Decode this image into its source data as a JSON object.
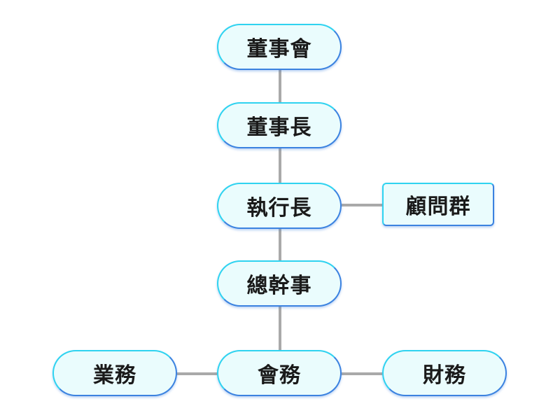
{
  "org_chart": {
    "nodes": {
      "board": "董事會",
      "chairman": "董事長",
      "ceo": "執行長",
      "advisors": "顧問群",
      "general_secretary": "總幹事",
      "administration": "會務",
      "business": "業務",
      "finance": "財務"
    },
    "colors": {
      "node_fill": "#eafcfd",
      "border_light": "#2fd3f0",
      "border_dark": "#3b82e0",
      "connector": "#a9a9a9",
      "text": "#1a1a1a"
    }
  }
}
